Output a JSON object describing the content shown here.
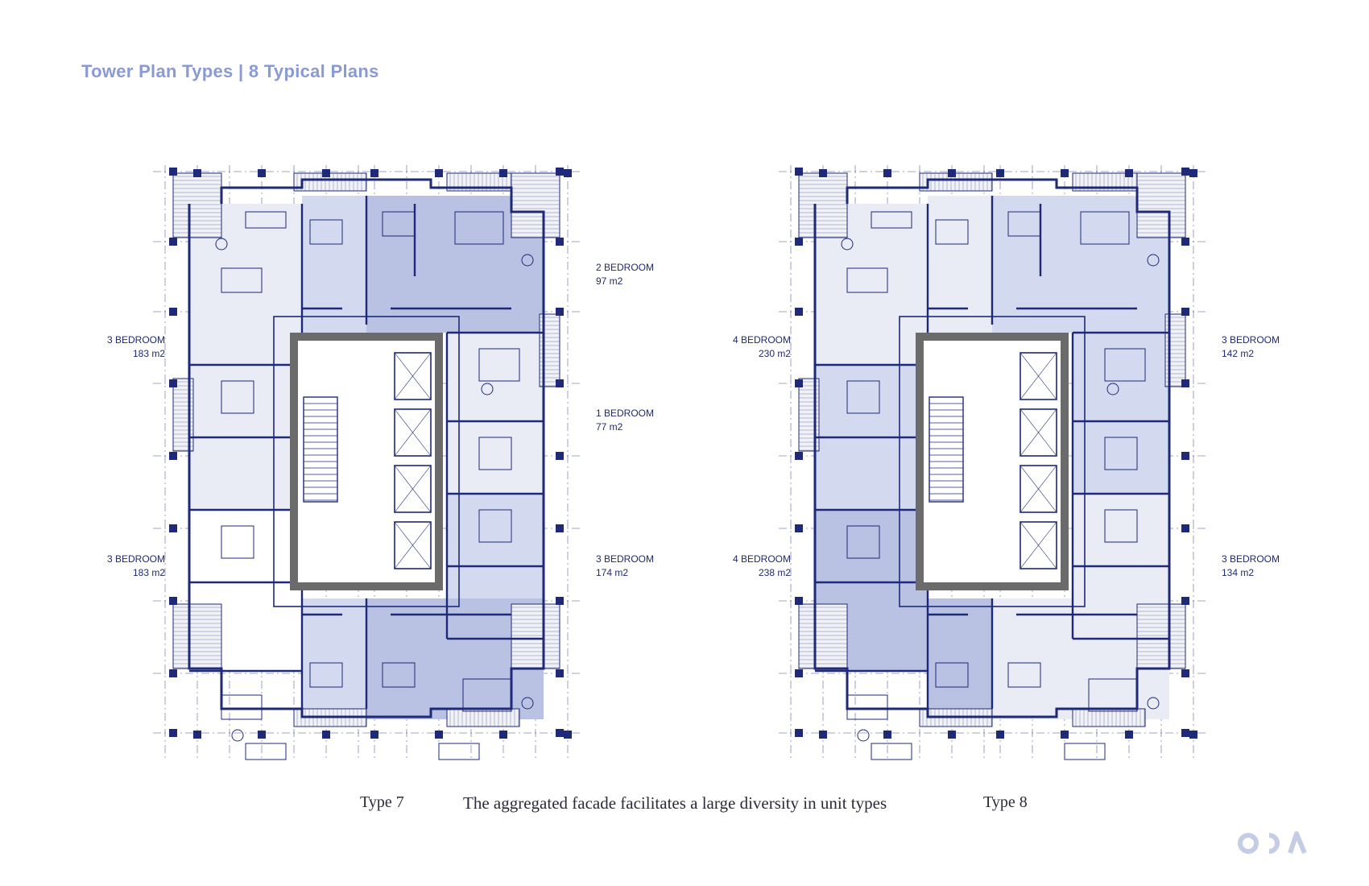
{
  "header": {
    "title": "Tower Plan Types | 8 Typical Plans"
  },
  "colors": {
    "title": "#8a9ad2",
    "ink": "#1e2a78",
    "core": "#6b6b6b",
    "tint_light": "#e9ebf5",
    "tint_mid": "#d3d9ee",
    "tint_dark": "#b9c2e3",
    "logo": "#c5cce6"
  },
  "plans": [
    {
      "caption": "Type 7",
      "units": [
        {
          "name": "2 BEDROOM",
          "area": "97 m2"
        },
        {
          "name": "3 BEDROOM",
          "area": "183 m2"
        },
        {
          "name": "1 BEDROOM",
          "area": "77 m2"
        },
        {
          "name": "3 BEDROOM",
          "area": "183 m2"
        },
        {
          "name": "3 BEDROOM",
          "area": "174 m2"
        }
      ]
    },
    {
      "caption": "Type 8",
      "units": [
        {
          "name": "4 BEDROOM",
          "area": "230 m2"
        },
        {
          "name": "3 BEDROOM",
          "area": "142 m2"
        },
        {
          "name": "4 BEDROOM",
          "area": "238 m2"
        },
        {
          "name": "3 BEDROOM",
          "area": "134 m2"
        }
      ]
    }
  ],
  "tagline": "The aggregated facade facilitates a large diversity in unit types",
  "logo": {
    "text": "ODA",
    "icon": "oda-logo-icon"
  }
}
